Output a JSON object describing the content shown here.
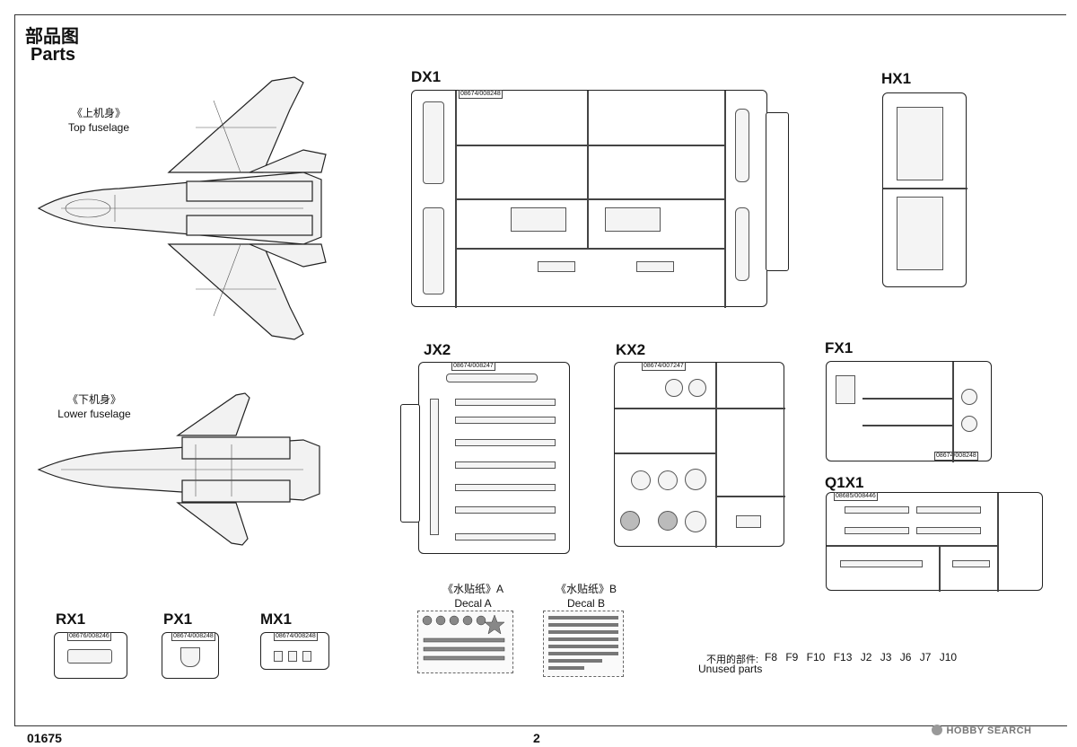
{
  "header": {
    "title_cn": "部品图",
    "title_en": "Parts"
  },
  "fuselage": {
    "top": {
      "label_cn": "《上机身》",
      "label_en": "Top fuselage"
    },
    "lower": {
      "label_cn": "《下机身》",
      "label_en": "Lower fuselage"
    }
  },
  "sprues": {
    "dx1": {
      "name": "DX1",
      "code": "08674/008248"
    },
    "hx1": {
      "name": "HX1"
    },
    "jx2": {
      "name": "JX2",
      "code": "08674/008247"
    },
    "kx2": {
      "name": "KX2",
      "code": "08674/007247"
    },
    "fx1": {
      "name": "FX1",
      "code": "08674/008248"
    },
    "q1x1": {
      "name": "Q1X1",
      "code": "08685/008446"
    },
    "rx1": {
      "name": "RX1",
      "code": "08676/008246"
    },
    "px1": {
      "name": "PX1",
      "code": "08674/008248"
    },
    "mx1": {
      "name": "MX1",
      "code": "08674/008248"
    }
  },
  "decals": {
    "a": {
      "label_cn": "《水贴纸》A",
      "label_en": "Decal A"
    },
    "b": {
      "label_cn": "《水贴纸》B",
      "label_en": "Decal B"
    }
  },
  "unused": {
    "label_cn": "不用的部件:",
    "label_en": "Unused parts",
    "parts": "F8 F9 F10 F13 J2 J3 J6 J7 J10"
  },
  "footer": {
    "product_code": "01675",
    "page_number": "2",
    "watermark": "HOBBY SEARCH"
  }
}
